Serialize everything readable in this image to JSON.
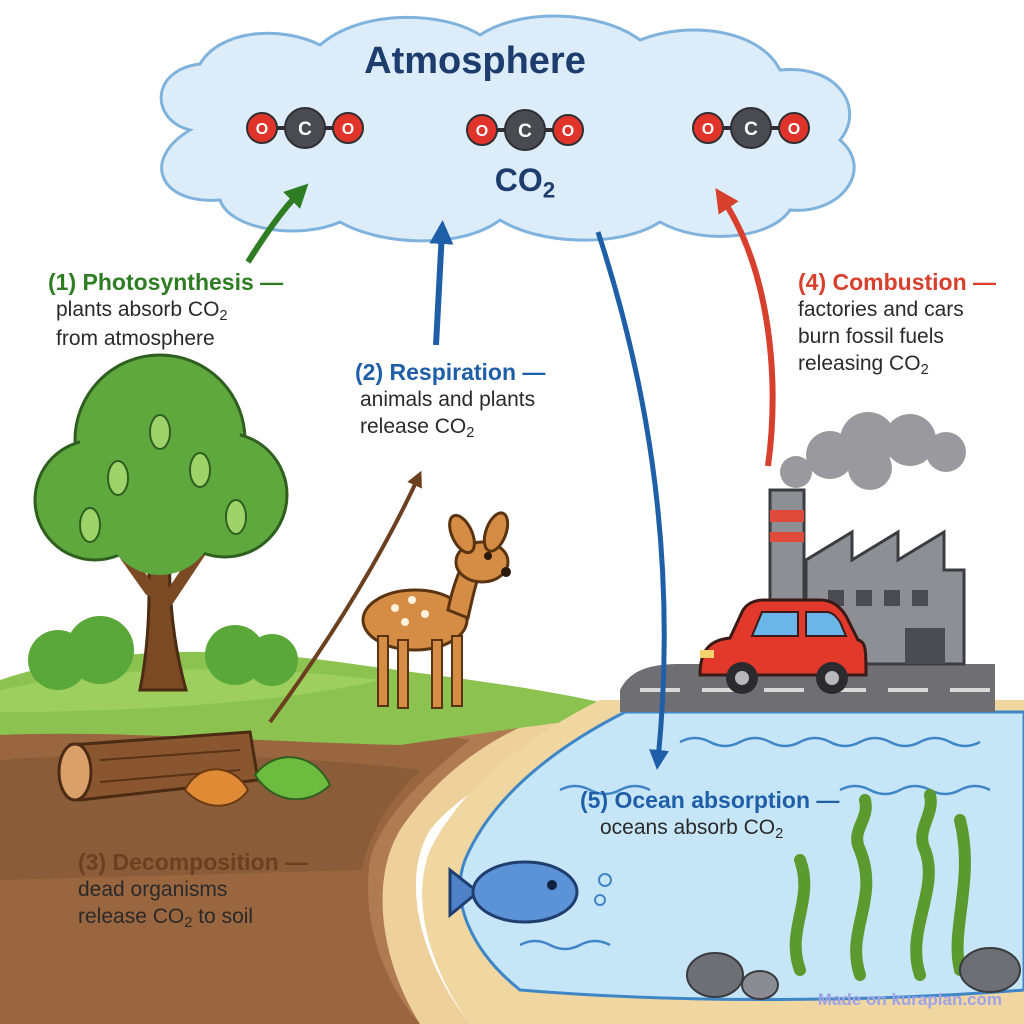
{
  "atmosphere": {
    "title": "Atmosphere",
    "co2_main": "CO",
    "co2_sub": "2",
    "molecule_atoms": [
      "O",
      "C",
      "O"
    ]
  },
  "processes": {
    "photosynthesis": {
      "title": "(1) Photosynthesis —",
      "line1_a": "plants absorb CO",
      "line1_sub": "2",
      "line2": "from atmosphere"
    },
    "respiration": {
      "title": "(2) Respiration —",
      "line1": "animals and plants",
      "line2_a": "release CO",
      "line2_sub": "2"
    },
    "decomposition": {
      "title": "(3) Decomposition —",
      "line1": "dead organisms",
      "line2_a": "release CO",
      "line2_sub": "2",
      "line2_b": " to soil"
    },
    "combustion": {
      "title": "(4) Combustion —",
      "line1": "factories and cars",
      "line2": "burn fossil fuels",
      "line3_a": "releasing CO",
      "line3_sub": "2"
    },
    "ocean": {
      "title": "(5) Ocean absorption —",
      "line1_a": "oceans absorb CO",
      "line1_sub": "2"
    }
  },
  "colors": {
    "photosynthesis": "#2e7d23",
    "respiration": "#1f5fa8",
    "decomposition": "#6b3f1f",
    "combustion": "#d8402e",
    "ocean": "#1f5fa8",
    "atmosphere_text": "#1d3d6e"
  },
  "watermark": "Made on kuraplan.com"
}
